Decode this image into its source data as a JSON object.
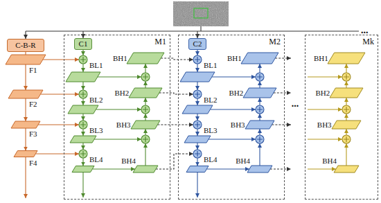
{
  "diagram": {
    "nodes": [
      {
        "text": [
          "C-B-R"
        ]
      },
      {
        "text": [
          "M1"
        ]
      },
      {
        "text": [
          "C1"
        ],
        "in": 1
      },
      {
        "text": [
          "M2"
        ]
      },
      {
        "text": [
          "C2"
        ],
        "in": 3
      },
      {
        "text": [
          "Mk"
        ]
      }
    ],
    "labels": [
      "...",
      "F1",
      "F2",
      "F3",
      "F4",
      "BH1",
      "BL1",
      "BH2",
      "BL2",
      "BH3",
      "BL3",
      "BH4",
      "BL4",
      "BH1",
      "BL1",
      "BH2",
      "BL2",
      "BH3",
      "BL3",
      "BH4",
      "BL4",
      "...",
      "BH1",
      "BH2",
      "BH3",
      "BH4"
    ]
  }
}
